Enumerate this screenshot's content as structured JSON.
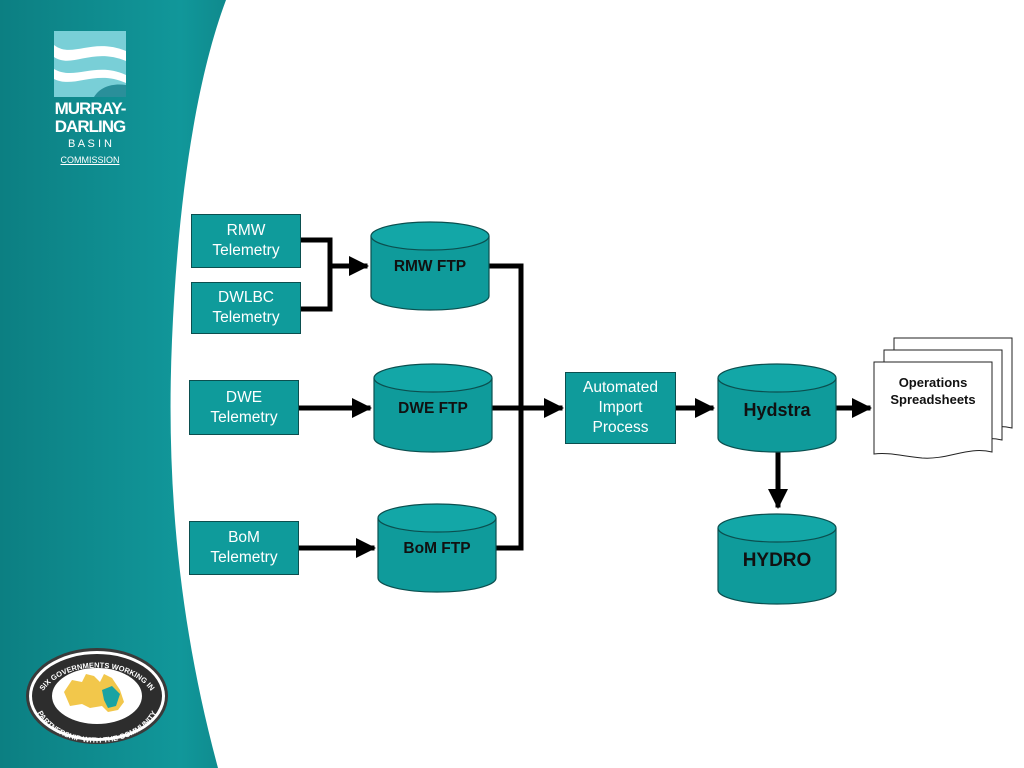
{
  "logo": {
    "line1": "MURRAY-",
    "line2": "DARLING",
    "line3": "B A S I N",
    "line4": "COMMISSION"
  },
  "seal": {
    "text_top": "SIX GOVERNMENTS WORKING IN",
    "text_bottom": "PARTNERSHIP WITH THE COMMUNITY"
  },
  "sources": {
    "rmw": "RMW\nTelemetry",
    "dwlbc": "DWLBC\nTelemetry",
    "dwe": "DWE\nTelemetry",
    "bom": "BoM\nTelemetry"
  },
  "ftp": {
    "rmw": "RMW FTP",
    "dwe": "DWE FTP",
    "bom": "BoM FTP"
  },
  "process": "Automated\nImport\nProcess",
  "hydstra": "Hydstra",
  "hydro": "HYDRO",
  "operations": "Operations\nSpreadsheets",
  "colors": {
    "teal_band": "#0f8c8e",
    "node_fill": "#0f9b9b",
    "node_border": "#0b4f4f",
    "arrow": "#000000"
  }
}
